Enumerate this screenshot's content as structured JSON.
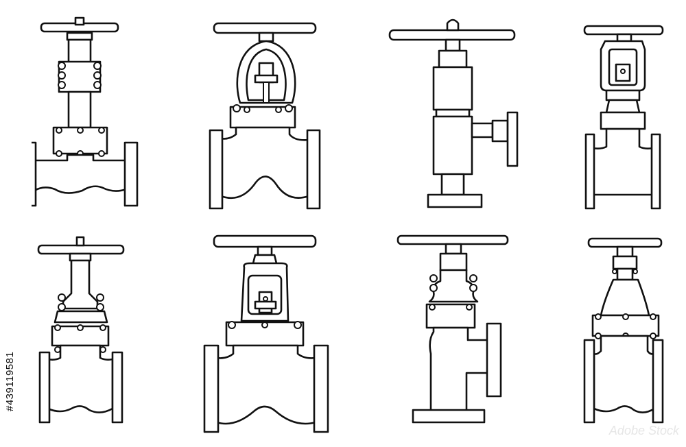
{
  "stock": {
    "brand": "Adobe Stock",
    "id": "#439119581"
  },
  "valves": [
    {
      "name": "gate-valve-flanged"
    },
    {
      "name": "globe-valve-flanged"
    },
    {
      "name": "angle-needle-valve"
    },
    {
      "name": "slim-gate-valve"
    },
    {
      "name": "gate-valve-bolted-bonnet"
    },
    {
      "name": "globe-valve-yoke"
    },
    {
      "name": "angle-globe-valve"
    },
    {
      "name": "wedge-gate-valve"
    }
  ]
}
